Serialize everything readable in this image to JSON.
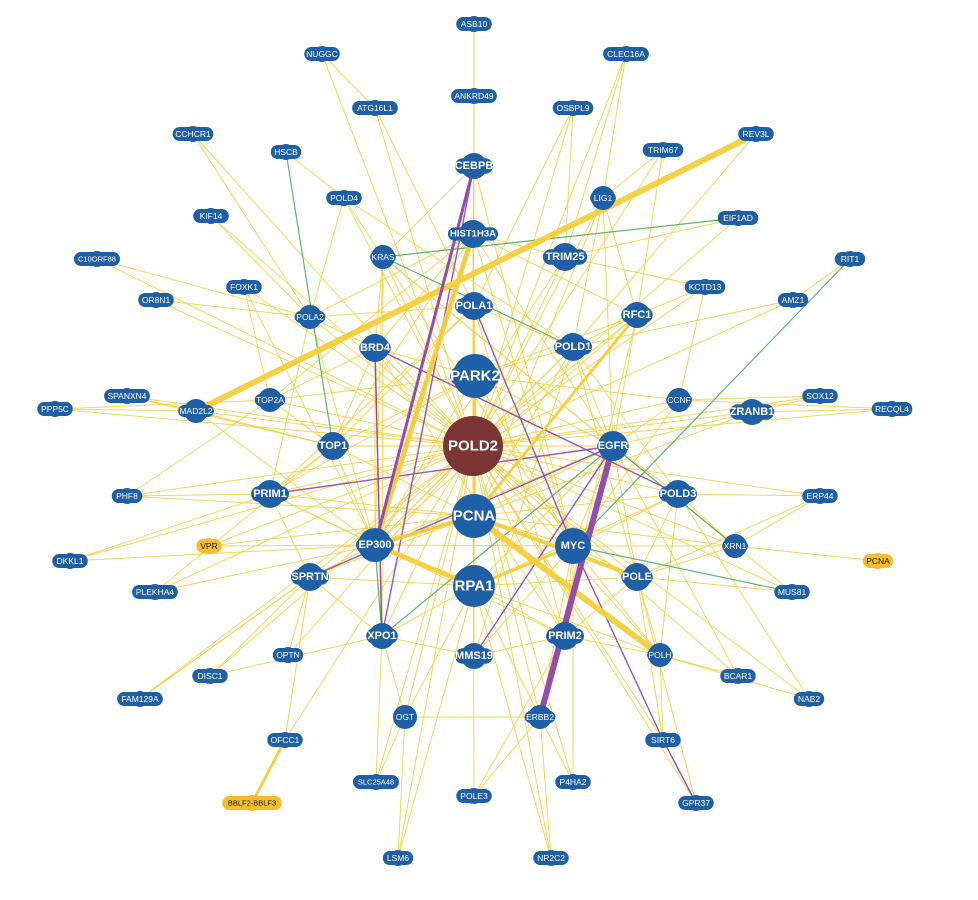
{
  "colors": {
    "background": "#ffffff",
    "node_blue": "#1f5fa6",
    "node_center": "#7b3535",
    "node_yellow": "#f5bd2c",
    "edge_yellow": "#f5cf3e",
    "edge_green": "#4caf6a",
    "edge_purple": "#8e44ad"
  },
  "nodes": [
    {
      "id": "POLD2",
      "label": "POLD2",
      "kind": "center"
    },
    {
      "id": "PARK2",
      "label": "PARK2",
      "kind": "blue"
    },
    {
      "id": "PCNA",
      "label": "PCNA",
      "kind": "blue"
    },
    {
      "id": "RPA1",
      "label": "RPA1",
      "kind": "blue"
    },
    {
      "id": "EP300",
      "label": "EP300",
      "kind": "blue"
    },
    {
      "id": "MYC",
      "label": "MYC",
      "kind": "blue"
    },
    {
      "id": "EGFR",
      "label": "EGFR",
      "kind": "blue"
    },
    {
      "id": "HIST1H3A",
      "label": "HIST1H3A",
      "kind": "blue"
    },
    {
      "id": "POLA1",
      "label": "POLA1",
      "kind": "blue"
    },
    {
      "id": "BRD4",
      "label": "BRD4",
      "kind": "blue"
    },
    {
      "id": "POLD1",
      "label": "POLD1",
      "kind": "blue"
    },
    {
      "id": "TOP1",
      "label": "TOP1",
      "kind": "blue"
    },
    {
      "id": "PRIM1",
      "label": "PRIM1",
      "kind": "blue"
    },
    {
      "id": "SPRTN",
      "label": "SPRTN",
      "kind": "blue"
    },
    {
      "id": "XPO1",
      "label": "XPO1",
      "kind": "blue"
    },
    {
      "id": "MMS19",
      "label": "MMS19",
      "kind": "blue"
    },
    {
      "id": "PRIM2",
      "label": "PRIM2",
      "kind": "blue"
    },
    {
      "id": "POLE",
      "label": "POLE",
      "kind": "blue"
    },
    {
      "id": "POLD3",
      "label": "POLD3",
      "kind": "blue"
    },
    {
      "id": "CCNF",
      "label": "CCNF",
      "kind": "blue"
    },
    {
      "id": "RFC1",
      "label": "RFC1",
      "kind": "blue"
    },
    {
      "id": "TRIM25",
      "label": "TRIM25",
      "kind": "blue"
    },
    {
      "id": "KRAS",
      "label": "KRAS",
      "kind": "blue"
    },
    {
      "id": "CEBPB",
      "label": "CEBPB",
      "kind": "blue"
    },
    {
      "id": "LIG1",
      "label": "LIG1",
      "kind": "blue"
    },
    {
      "id": "POLA2",
      "label": "POLA2",
      "kind": "blue"
    },
    {
      "id": "TOP2A",
      "label": "TOP2A",
      "kind": "blue"
    },
    {
      "id": "ZRANB1",
      "label": "ZRANB1",
      "kind": "blue"
    },
    {
      "id": "XRN1",
      "label": "XRN1",
      "kind": "blue"
    },
    {
      "id": "POLH",
      "label": "POLH",
      "kind": "blue"
    },
    {
      "id": "ERBB2",
      "label": "ERBB2",
      "kind": "blue"
    },
    {
      "id": "OGT",
      "label": "OGT",
      "kind": "blue"
    },
    {
      "id": "OPTN",
      "label": "OPTN",
      "kind": "blue"
    },
    {
      "id": "MAD2L2",
      "label": "MAD2L2",
      "kind": "blue"
    },
    {
      "id": "POLD4",
      "label": "POLD4",
      "kind": "blue"
    },
    {
      "id": "ASB10",
      "label": "ASB10",
      "kind": "blue"
    },
    {
      "id": "ANKRD49",
      "label": "ANKRD49",
      "kind": "blue"
    },
    {
      "id": "NUGGC",
      "label": "NUGGC",
      "kind": "blue"
    },
    {
      "id": "CLEC16A",
      "label": "CLEC16A",
      "kind": "blue"
    },
    {
      "id": "ATG16L1",
      "label": "ATG16L1",
      "kind": "blue"
    },
    {
      "id": "OSBPL9",
      "label": "OSBPL9",
      "kind": "blue"
    },
    {
      "id": "CCHCR1",
      "label": "CCHCR1",
      "kind": "blue"
    },
    {
      "id": "HSCB",
      "label": "HSCB",
      "kind": "blue"
    },
    {
      "id": "TRIM67",
      "label": "TRIM67",
      "kind": "blue"
    },
    {
      "id": "REV3L",
      "label": "REV3L",
      "kind": "blue"
    },
    {
      "id": "KIF14",
      "label": "KIF14",
      "kind": "blue"
    },
    {
      "id": "EIF1AD",
      "label": "EIF1AD",
      "kind": "blue"
    },
    {
      "id": "C10ORF88",
      "label": "C10ORF88",
      "kind": "blue"
    },
    {
      "id": "RIT1",
      "label": "RIT1",
      "kind": "blue"
    },
    {
      "id": "FOXK1",
      "label": "FOXK1",
      "kind": "blue"
    },
    {
      "id": "KCTD13",
      "label": "KCTD13",
      "kind": "blue"
    },
    {
      "id": "OR8N1",
      "label": "OR8N1",
      "kind": "blue"
    },
    {
      "id": "AMZ1",
      "label": "AMZ1",
      "kind": "blue"
    },
    {
      "id": "SPANXN4",
      "label": "SPANXN4",
      "kind": "blue"
    },
    {
      "id": "SOX12",
      "label": "SOX12",
      "kind": "blue"
    },
    {
      "id": "PPP5C",
      "label": "PPP5C",
      "kind": "blue"
    },
    {
      "id": "RECQL4",
      "label": "RECQL4",
      "kind": "blue"
    },
    {
      "id": "PHF8",
      "label": "PHF8",
      "kind": "blue"
    },
    {
      "id": "ERP44",
      "label": "ERP44",
      "kind": "blue"
    },
    {
      "id": "VPR",
      "label": "VPR",
      "kind": "yellow"
    },
    {
      "id": "PCNA_V",
      "label": "PCNA",
      "kind": "yellow"
    },
    {
      "id": "DKKL1",
      "label": "DKKL1",
      "kind": "blue"
    },
    {
      "id": "PLEKHA4",
      "label": "PLEKHA4",
      "kind": "blue"
    },
    {
      "id": "MUS81",
      "label": "MUS81",
      "kind": "blue"
    },
    {
      "id": "DISC1",
      "label": "DISC1",
      "kind": "blue"
    },
    {
      "id": "BCAR1",
      "label": "BCAR1",
      "kind": "blue"
    },
    {
      "id": "FAM129A",
      "label": "FAM129A",
      "kind": "blue"
    },
    {
      "id": "NAB2",
      "label": "NAB2",
      "kind": "blue"
    },
    {
      "id": "OFCC1",
      "label": "OFCC1",
      "kind": "blue"
    },
    {
      "id": "SIRT6",
      "label": "SIRT6",
      "kind": "blue"
    },
    {
      "id": "SLC25A48",
      "label": "SLC25A48",
      "kind": "blue"
    },
    {
      "id": "POLE3",
      "label": "POLE3",
      "kind": "blue"
    },
    {
      "id": "P4HA2",
      "label": "P4HA2",
      "kind": "blue"
    },
    {
      "id": "GPR37",
      "label": "GPR37",
      "kind": "blue"
    },
    {
      "id": "BBLF2",
      "label": "BBLF2-BBLF3",
      "kind": "yellow"
    },
    {
      "id": "LSM6",
      "label": "LSM6",
      "kind": "blue"
    },
    {
      "id": "NR2C2",
      "label": "NR2C2",
      "kind": "blue"
    }
  ],
  "edges": [
    [
      "POLD2",
      "PARK2"
    ],
    [
      "POLD2",
      "PCNA"
    ],
    [
      "POLD2",
      "RPA1"
    ],
    [
      "POLD2",
      "EP300"
    ],
    [
      "POLD2",
      "MYC"
    ],
    [
      "POLD2",
      "EGFR"
    ],
    [
      "POLD2",
      "HIST1H3A"
    ],
    [
      "POLD2",
      "POLA1"
    ],
    [
      "POLD2",
      "BRD4"
    ],
    [
      "POLD2",
      "POLD1"
    ],
    [
      "POLD2",
      "TOP1"
    ],
    [
      "POLD2",
      "PRIM1"
    ],
    [
      "POLD2",
      "SPRTN"
    ],
    [
      "POLD2",
      "XPO1"
    ],
    [
      "POLD2",
      "MMS19"
    ],
    [
      "POLD2",
      "PRIM2"
    ],
    [
      "POLD2",
      "POLE"
    ],
    [
      "POLD2",
      "POLD3"
    ],
    [
      "POLD2",
      "CCNF"
    ],
    [
      "POLD2",
      "RFC1"
    ],
    [
      "POLD2",
      "TRIM25"
    ],
    [
      "POLD2",
      "KRAS"
    ],
    [
      "POLD2",
      "CEBPB"
    ],
    [
      "POLD2",
      "LIG1"
    ],
    [
      "POLD2",
      "POLA2"
    ],
    [
      "POLD2",
      "TOP2A"
    ],
    [
      "POLD2",
      "ZRANB1"
    ],
    [
      "POLD2",
      "XRN1"
    ],
    [
      "POLD2",
      "POLH"
    ],
    [
      "POLD2",
      "ERBB2"
    ],
    [
      "POLD2",
      "OGT"
    ],
    [
      "POLD2",
      "OPTN"
    ],
    [
      "POLD2",
      "MAD2L2"
    ],
    [
      "POLD2",
      "POLD4"
    ],
    [
      "POLD2",
      "ANKRD49"
    ],
    [
      "POLD2",
      "ATG16L1"
    ],
    [
      "POLD2",
      "OSBPL9"
    ],
    [
      "POLD2",
      "TRIM67"
    ],
    [
      "POLD2",
      "KIF14"
    ],
    [
      "POLD2",
      "FOXK1"
    ],
    [
      "POLD2",
      "KCTD13"
    ],
    [
      "POLD2",
      "OR8N1"
    ],
    [
      "POLD2",
      "SPANXN4"
    ],
    [
      "POLD2",
      "SOX12"
    ],
    [
      "POLD2",
      "PPP5C"
    ],
    [
      "POLD2",
      "RECQL4"
    ],
    [
      "POLD2",
      "PHF8"
    ],
    [
      "POLD2",
      "ERP44"
    ],
    [
      "POLD2",
      "DKKL1"
    ],
    [
      "POLD2",
      "PLEKHA4"
    ],
    [
      "POLD2",
      "MUS81"
    ],
    [
      "POLD2",
      "DISC1"
    ],
    [
      "POLD2",
      "BCAR1"
    ],
    [
      "POLD2",
      "FAM129A"
    ],
    [
      "POLD2",
      "NAB2"
    ],
    [
      "POLD2",
      "OFCC1"
    ],
    [
      "POLD2",
      "SIRT6"
    ],
    [
      "POLD2",
      "SLC25A48"
    ],
    [
      "POLD2",
      "POLE3"
    ],
    [
      "POLD2",
      "P4HA2"
    ],
    [
      "POLD2",
      "GPR37"
    ],
    [
      "POLD2",
      "LSM6"
    ],
    [
      "POLD2",
      "NR2C2"
    ],
    [
      "POLD2",
      "CCHCR1"
    ],
    [
      "POLD2",
      "NUGGC"
    ],
    [
      "POLD2",
      "CLEC16A"
    ],
    [
      "POLD2",
      "C10ORF88"
    ],
    [
      "POLD2",
      "AMZ1"
    ],
    [
      "POLD2",
      "EIF1AD"
    ],
    [
      "POLD2",
      "VPR"
    ],
    [
      "PCNA",
      "POLD1"
    ],
    [
      "PCNA",
      "POLD3"
    ],
    [
      "PCNA",
      "RFC1"
    ],
    [
      "PCNA",
      "POLH"
    ],
    [
      "PCNA",
      "EP300"
    ],
    [
      "PCNA",
      "PARK2"
    ],
    [
      "PCNA",
      "RPA1"
    ],
    [
      "PCNA",
      "MYC"
    ],
    [
      "PCNA",
      "PRIM1"
    ],
    [
      "PCNA",
      "TOP1"
    ],
    [
      "PCNA",
      "POLE"
    ],
    [
      "PCNA",
      "LIG1"
    ],
    [
      "PCNA",
      "SPRTN"
    ],
    [
      "PCNA",
      "XRN1"
    ],
    [
      "PCNA",
      "EGFR"
    ],
    [
      "PCNA",
      "PHF8"
    ],
    [
      "PCNA",
      "POLA1"
    ],
    [
      "PCNA",
      "ZRANB1"
    ],
    [
      "PARK2",
      "RPA1"
    ],
    [
      "PARK2",
      "EP300"
    ],
    [
      "PARK2",
      "POLD1"
    ],
    [
      "PARK2",
      "MYC"
    ],
    [
      "PARK2",
      "EGFR"
    ],
    [
      "PARK2",
      "BRD4"
    ],
    [
      "PARK2",
      "HIST1H3A"
    ],
    [
      "PARK2",
      "TOP2A"
    ],
    [
      "PARK2",
      "TOP1"
    ],
    [
      "PARK2",
      "RFC1"
    ],
    [
      "PARK2",
      "CCNF"
    ],
    [
      "PARK2",
      "PRIM1"
    ],
    [
      "RPA1",
      "EP300"
    ],
    [
      "RPA1",
      "MYC"
    ],
    [
      "RPA1",
      "PRIM2"
    ],
    [
      "RPA1",
      "POLE"
    ],
    [
      "RPA1",
      "SPRTN"
    ],
    [
      "RPA1",
      "XPO1"
    ],
    [
      "RPA1",
      "MMS19"
    ],
    [
      "RPA1",
      "POLD3"
    ],
    [
      "RPA1",
      "EGFR"
    ],
    [
      "RPA1",
      "POLH"
    ],
    [
      "RPA1",
      "ERBB2"
    ],
    [
      "RPA1",
      "OGT"
    ],
    [
      "EP300",
      "MYC"
    ],
    [
      "EP300",
      "EGFR"
    ],
    [
      "EP300",
      "TOP1"
    ],
    [
      "EP300",
      "BRD4"
    ],
    [
      "EP300",
      "SPRTN"
    ],
    [
      "EP300",
      "PRIM1"
    ],
    [
      "EP300",
      "XPO1"
    ],
    [
      "EP300",
      "MAD2L2"
    ],
    [
      "EP300",
      "DKKL1"
    ],
    [
      "EP300",
      "PLEKHA4"
    ],
    [
      "EP300",
      "POLA2"
    ],
    [
      "EP300",
      "FOXK1"
    ],
    [
      "EP300",
      "TRIM25"
    ],
    [
      "EP300",
      "RFC1"
    ],
    [
      "EP300",
      "POLD1"
    ],
    [
      "EP300",
      "KRAS"
    ],
    [
      "MYC",
      "EGFR"
    ],
    [
      "MYC",
      "POLE"
    ],
    [
      "MYC",
      "PRIM2"
    ],
    [
      "MYC",
      "ERBB2"
    ],
    [
      "MYC",
      "POLD3"
    ],
    [
      "MYC",
      "XRN1"
    ],
    [
      "MYC",
      "POLH"
    ],
    [
      "MYC",
      "HIST1H3A"
    ],
    [
      "MYC",
      "BRD4"
    ],
    [
      "MYC",
      "CCNF"
    ],
    [
      "MYC",
      "MMS19"
    ],
    [
      "EGFR",
      "POLD3"
    ],
    [
      "EGFR",
      "POLE"
    ],
    [
      "EGFR",
      "XRN1"
    ],
    [
      "EGFR",
      "POLD1"
    ],
    [
      "EGFR",
      "RFC1"
    ],
    [
      "EGFR",
      "CCNF"
    ],
    [
      "EGFR",
      "ZRANB1"
    ],
    [
      "EGFR",
      "TOP1"
    ],
    [
      "EGFR",
      "KRAS"
    ],
    [
      "EGFR",
      "LIG1"
    ],
    [
      "EGFR",
      "PRIM2"
    ],
    [
      "HIST1H3A",
      "POLA1"
    ],
    [
      "HIST1H3A",
      "TRIM25"
    ],
    [
      "HIST1H3A",
      "TOP1"
    ],
    [
      "HIST1H3A",
      "TOP2A"
    ],
    [
      "HIST1H3A",
      "POLA2"
    ],
    [
      "HIST1H3A",
      "BRD4"
    ],
    [
      "HIST1H3A",
      "EGFR"
    ],
    [
      "HIST1H3A",
      "RFC1"
    ],
    [
      "POLA1",
      "POLD1"
    ],
    [
      "POLA1",
      "PRIM1"
    ],
    [
      "POLA1",
      "PRIM2"
    ],
    [
      "POLA1",
      "POLA2"
    ],
    [
      "POLA1",
      "TOP1"
    ],
    [
      "POLA1",
      "MMS19"
    ],
    [
      "POLD1",
      "POLD3"
    ],
    [
      "POLD1",
      "RFC1"
    ],
    [
      "POLD1",
      "POLE"
    ],
    [
      "POLD1",
      "LIG1"
    ],
    [
      "POLD1",
      "POLD4"
    ],
    [
      "POLD1",
      "MMS19"
    ],
    [
      "BRD4",
      "TOP1"
    ],
    [
      "BRD4",
      "POLA2"
    ],
    [
      "BRD4",
      "TOP2A"
    ],
    [
      "BRD4",
      "KRAS"
    ],
    [
      "BRD4",
      "PRIM2"
    ],
    [
      "TOP1",
      "TOP2A"
    ],
    [
      "TOP1",
      "PRIM1"
    ],
    [
      "TOP1",
      "MAD2L2"
    ],
    [
      "TOP1",
      "SPANXN4"
    ],
    [
      "PRIM1",
      "PRIM2"
    ],
    [
      "PRIM1",
      "POLA2"
    ],
    [
      "PRIM1",
      "SPRTN"
    ],
    [
      "PRIM1",
      "PHF8"
    ],
    [
      "SPRTN",
      "XPO1"
    ],
    [
      "SPRTN",
      "OPTN"
    ],
    [
      "SPRTN",
      "DISC1"
    ],
    [
      "SPRTN",
      "FAM129A"
    ],
    [
      "XPO1",
      "KRAS"
    ],
    [
      "XPO1",
      "MMS19"
    ],
    [
      "XPO1",
      "OGT"
    ],
    [
      "PRIM2",
      "POLE"
    ],
    [
      "PRIM2",
      "ERBB2"
    ],
    [
      "PRIM2",
      "POLH"
    ],
    [
      "PRIM2",
      "MMS19"
    ],
    [
      "POLE",
      "POLD3"
    ],
    [
      "POLE",
      "POLH"
    ],
    [
      "POLE",
      "MUS81"
    ],
    [
      "POLE",
      "XRN1"
    ],
    [
      "POLE",
      "SIRT6"
    ],
    [
      "POLD3",
      "POLH"
    ],
    [
      "POLD3",
      "ERP44"
    ],
    [
      "POLD3",
      "XRN1"
    ],
    [
      "RFC1",
      "LIG1"
    ],
    [
      "RFC1",
      "KCTD13"
    ],
    [
      "RFC1",
      "ERBB2"
    ],
    [
      "KRAS",
      "POLD4"
    ],
    [
      "KRAS",
      "CEBPB"
    ],
    [
      "KRAS",
      "EIF1AD"
    ],
    [
      "KRAS",
      "MYC"
    ],
    [
      "KRAS",
      "XRN1"
    ],
    [
      "CEBPB",
      "ANKRD49"
    ],
    [
      "CEBPB",
      "HIST1H3A"
    ],
    [
      "CEBPB",
      "EP300"
    ],
    [
      "CEBPB",
      "MYC"
    ],
    [
      "ANKRD49",
      "ASB10"
    ],
    [
      "ERBB2",
      "P4HA2"
    ],
    [
      "ERBB2",
      "NR2C2"
    ],
    [
      "ERBB2",
      "POLE3"
    ],
    [
      "ERBB2",
      "EGFR"
    ],
    [
      "ERBB2",
      "OGT"
    ],
    [
      "SIRT6",
      "GPR37"
    ],
    [
      "POLH",
      "SIRT6"
    ],
    [
      "POLH",
      "BCAR1"
    ],
    [
      "POLH",
      "NAB2"
    ],
    [
      "OGT",
      "LSM6"
    ],
    [
      "OGT",
      "SLC25A48"
    ],
    [
      "OFCC1",
      "BBLF2"
    ],
    [
      "MAD2L2",
      "REV3L"
    ],
    [
      "MAD2L2",
      "PPP5C"
    ],
    [
      "XRN1",
      "PCNA_V"
    ],
    [
      "XRN1",
      "ERP44"
    ],
    [
      "ZRANB1",
      "RECQL4"
    ],
    [
      "ZRANB1",
      "SOX12"
    ],
    [
      "HSCB",
      "POLD4"
    ],
    [
      "POLD4",
      "POLA2"
    ],
    [
      "LIG1",
      "TRIM67"
    ],
    [
      "LIG1",
      "CLEC16A"
    ],
    [
      "TRIM25",
      "OSBPL9"
    ],
    [
      "TRIM25",
      "KCTD13"
    ],
    [
      "AMZ1",
      "POLD1"
    ],
    [
      "RIT1",
      "AMZ1"
    ],
    [
      "CCHCR1",
      "POLA2"
    ],
    [
      "NUGGC",
      "ATG16L1"
    ],
    [
      "ATG16L1",
      "POLA1"
    ],
    [
      "KIF14",
      "POLA2"
    ],
    [
      "C10ORF88",
      "POLA2"
    ],
    [
      "OR8N1",
      "POLA2"
    ],
    [
      "FOXK1",
      "TOP2A"
    ],
    [
      "VPR",
      "EP300"
    ],
    [
      "VPR",
      "PCNA"
    ],
    [
      "DKKL1",
      "PRIM1"
    ],
    [
      "PLEKHA4",
      "TOP1"
    ],
    [
      "MUS81",
      "EGFR"
    ],
    [
      "DISC1",
      "XPO1"
    ],
    [
      "FAM129A",
      "SPRTN"
    ],
    [
      "OFCC1",
      "SPRTN"
    ],
    [
      "SLC25A48",
      "XPO1"
    ],
    [
      "POLE3",
      "PRIM2"
    ],
    [
      "P4HA2",
      "MYC"
    ],
    [
      "LSM6",
      "RPA1"
    ],
    [
      "NR2C2",
      "RPA1"
    ],
    [
      "GPR37",
      "POLE"
    ],
    [
      "BCAR1",
      "EGFR"
    ],
    [
      "NAB2",
      "POLD3"
    ],
    [
      "ERP44",
      "POLE"
    ],
    [
      "RECQL4",
      "CCNF"
    ],
    [
      "SOX12",
      "CCNF"
    ],
    [
      "PPP5C",
      "TOP2A"
    ],
    [
      "SPANXN4",
      "MAD2L2"
    ],
    [
      "PHF8",
      "TOP2A"
    ],
    [
      "REV3L",
      "POLD1"
    ],
    [
      "TRIM67",
      "RFC1"
    ],
    [
      "CLEC16A",
      "TRIM25"
    ],
    [
      "OSBPL9",
      "POLA1"
    ],
    [
      "ASB10",
      "CEBPB"
    ],
    [
      "EIF1AD",
      "TRIM25"
    ],
    [
      "KCTD13",
      "CCNF"
    ]
  ],
  "thick_edges": [
    [
      "REV3L",
      "MAD2L2",
      "yellow",
      6
    ],
    [
      "PCNA",
      "POLH",
      "yellow",
      6
    ],
    [
      "HIST1H3A",
      "EP300",
      "yellow",
      5
    ],
    [
      "RPA1",
      "EP300",
      "yellow",
      5
    ],
    [
      "EP300",
      "PCNA",
      "yellow",
      4
    ],
    [
      "PCNA",
      "POLE",
      "yellow",
      4
    ],
    [
      "RFC1",
      "PCNA",
      "yellow",
      3
    ],
    [
      "EGFR",
      "ERBB2",
      "purple",
      6
    ],
    [
      "CEBPB",
      "EP300",
      "purple",
      3
    ],
    [
      "OFCC1",
      "BBLF2",
      "yellow",
      3
    ],
    [
      "RPA1",
      "MYC",
      "yellow",
      3
    ],
    [
      "PARK2",
      "PCNA",
      "yellow",
      3
    ]
  ],
  "green_edges": [
    [
      "HSCB",
      "TOP1"
    ],
    [
      "KRAS",
      "EIF1AD"
    ],
    [
      "BRD4",
      "XPO1"
    ],
    [
      "EP300",
      "XPO1"
    ],
    [
      "RIT1",
      "MYC"
    ],
    [
      "XRN1",
      "EGFR"
    ],
    [
      "MUS81",
      "MYC"
    ],
    [
      "KRAS",
      "POLD1"
    ],
    [
      "EGFR",
      "XPO1"
    ]
  ],
  "purple_edges": [
    [
      "CEBPB",
      "XPO1"
    ],
    [
      "HIST1H3A",
      "EP300"
    ],
    [
      "BRD4",
      "XPO1"
    ],
    [
      "BRD4",
      "POLD3"
    ],
    [
      "SIRT6",
      "GPR37"
    ],
    [
      "EGFR",
      "SPRTN"
    ],
    [
      "POLA1",
      "MYC"
    ],
    [
      "PCNA",
      "EP300"
    ],
    [
      "MYC",
      "SIRT6"
    ],
    [
      "MMS19",
      "EGFR"
    ],
    [
      "PRIM1",
      "EGFR"
    ]
  ]
}
